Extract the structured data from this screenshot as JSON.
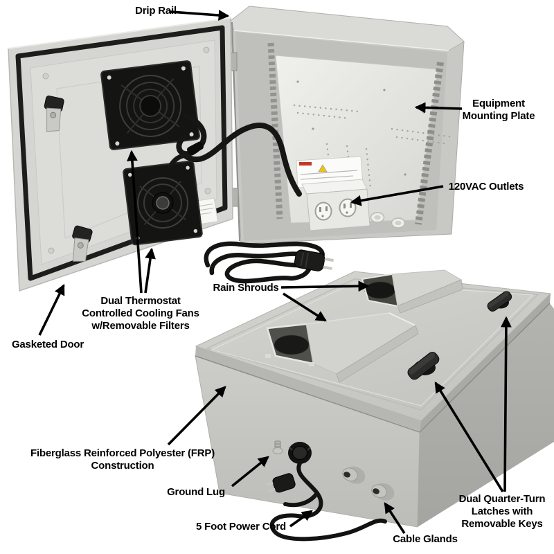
{
  "scene": {
    "background_color": "#ffffff"
  },
  "callouts": {
    "drip_rail": {
      "label": "Drip Rail"
    },
    "equipment_mounting_plate": {
      "label": "Equipment\nMounting Plate"
    },
    "outlets_120vac": {
      "label": "120VAC Outlets"
    },
    "rain_shrouds": {
      "label": "Rain Shrouds"
    },
    "cooling_fans": {
      "label": "Dual Thermostat\nControlled Cooling Fans\nw/Removable Filters"
    },
    "gasketed_door": {
      "label": "Gasketed Door"
    },
    "frp_construction": {
      "label": "Fiberglass Reinforced Polyester (FRP)\nConstruction"
    },
    "ground_lug": {
      "label": "Ground Lug"
    },
    "power_cord": {
      "label": "5 Foot Power Cord"
    },
    "cable_glands": {
      "label": "Cable Glands"
    },
    "quarter_turn_latches": {
      "label": "Dual Quarter-Turn\nLatches with\nRemovable Keys"
    }
  },
  "colors": {
    "label_text": "#000000",
    "arrow": "#000000",
    "enclosure_light_gray": "#d5d6d2",
    "enclosure_mid_gray": "#c6c7c2",
    "enclosure_dark_gray": "#aeafaa",
    "gasket_black": "#1d1d1b",
    "fan_black": "#141412",
    "mounting_plate_silver": "#e9e9e5",
    "cord_black": "#141412"
  }
}
